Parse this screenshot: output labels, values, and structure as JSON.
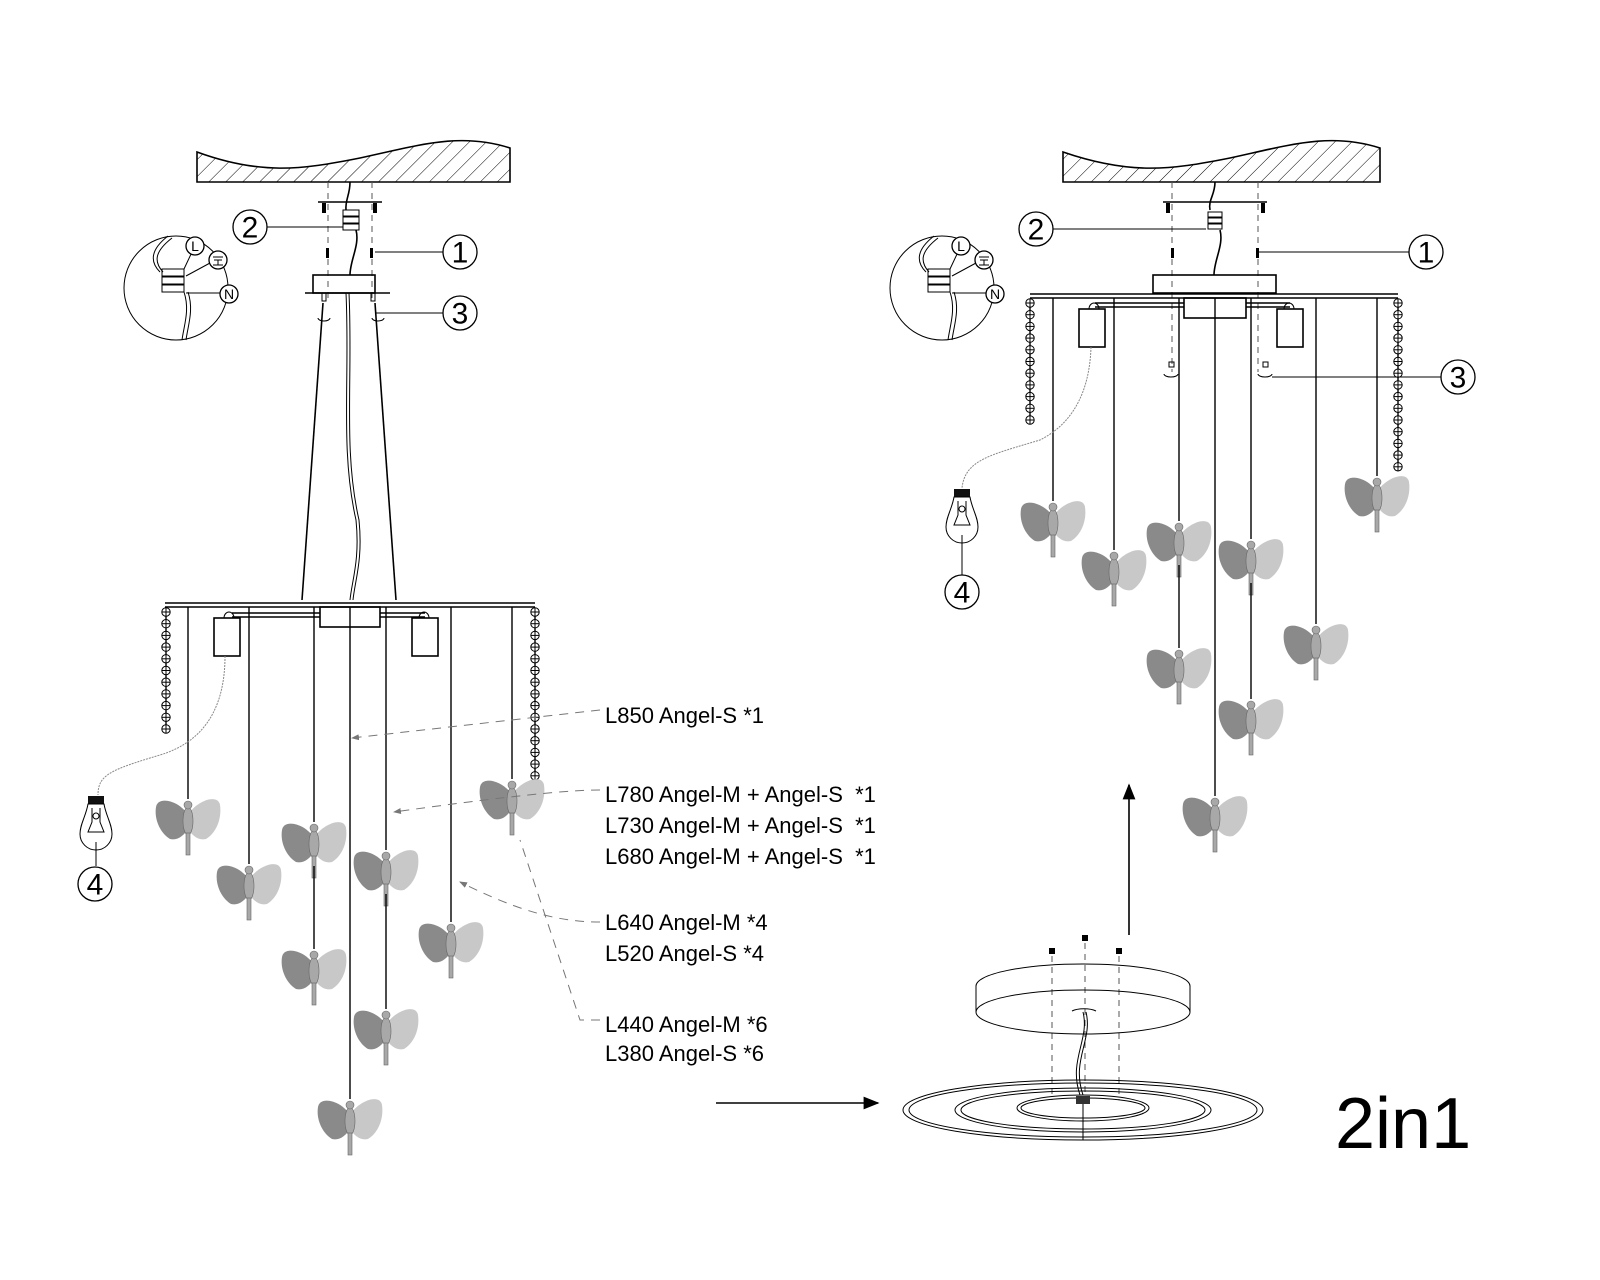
{
  "diagram": {
    "title": "2in1",
    "pendant_view": {
      "callouts": [
        "1",
        "2",
        "3",
        "4"
      ],
      "wiring_detail": {
        "terminals": [
          "L",
          "earth",
          "N"
        ]
      }
    },
    "ceiling_view": {
      "callouts": [
        "1",
        "2",
        "3",
        "4"
      ],
      "wiring_detail": {
        "terminals": [
          "L",
          "earth",
          "N"
        ]
      }
    },
    "legend": [
      {
        "id": "l850",
        "text": "L850 Angel-S *1"
      },
      {
        "id": "l780",
        "text": "L780 Angel-M + Angel-S  *1"
      },
      {
        "id": "l730",
        "text": "L730 Angel-M + Angel-S  *1"
      },
      {
        "id": "l680",
        "text": "L680 Angel-M + Angel-S  *1"
      },
      {
        "id": "l640",
        "text": "L640 Angel-M *4"
      },
      {
        "id": "l520",
        "text": "L520 Angel-S *4"
      },
      {
        "id": "l440",
        "text": "L440 Angel-M *6"
      },
      {
        "id": "l380",
        "text": "L380 Angel-S *6"
      }
    ],
    "terminal_labels": {
      "live": "L",
      "neutral": "N"
    }
  }
}
